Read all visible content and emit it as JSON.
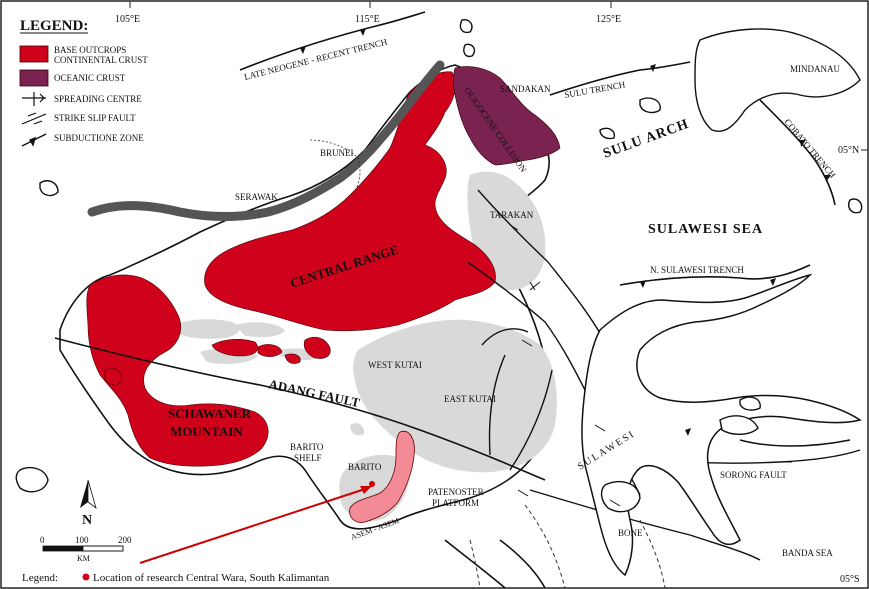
{
  "legend": {
    "title": "LEGEND:",
    "items": [
      {
        "line1": "BASE OUTCROPS",
        "line2": "CONTINENTAL CRUST",
        "color": "#d0021b"
      },
      {
        "line1": "OCEANIC CRUST",
        "line2": "",
        "color": "#7a2350"
      },
      {
        "line1": "SPREADING CENTRE",
        "line2": ""
      },
      {
        "line1": "STRIKE SLIP FAULT",
        "line2": ""
      },
      {
        "line1": "SUBDUCTIONE ZONE",
        "line2": ""
      }
    ]
  },
  "longitudes": [
    "105°E",
    "115°E",
    "125°E"
  ],
  "latitudes": [
    "05°N",
    "05°S"
  ],
  "labels": {
    "late_neogene": "LATE NEOGENE - RECENT TRENCH",
    "sandakan": "SANDAKAN",
    "sulu_trench": "SULU TRENCH",
    "mindanau": "MINDANAU",
    "sulu_arch": "SULU ARCH",
    "cobato_trench": "COBATO TRENCH",
    "oligocene": "OLIGOCENE COLLISION",
    "brunei": "BRUNEI",
    "serawak": "SERAWAK",
    "tarakan": "TARAKAN",
    "sulawesi_sea": "SULAWESI SEA",
    "central_range": "CENTRAL RANGE",
    "n_sulawesi_trench": "N. SULAWESI TRENCH",
    "west_kutai": "WEST KUTAI",
    "adang_fault": "ADANG FAULT",
    "east_kutai": "EAST KUTAI",
    "schawaner1": "SCHAWANER",
    "schawaner2": "MOUNTAIN",
    "barito_shelf1": "BARITO",
    "barito_shelf2": "SHELF",
    "barito": "BARITO",
    "sulawesi": "SULAWESI",
    "sorong_fault": "SORONG FAULT",
    "patenoster1": "PATENOSTER",
    "patenoster2": "PLATFORM",
    "asem": "ASEM - ASEM",
    "bone": "BONE",
    "banda_sea": "BANDA SEA",
    "north": "N"
  },
  "scale": {
    "ticks": [
      "0",
      "100",
      "200"
    ],
    "unit": "KM"
  },
  "footer": {
    "legend_label": "Legend:",
    "text": "Location of research Central Wara, South Kalimantan",
    "marker_color": "#d0021b"
  },
  "colors": {
    "red": "#d0021b",
    "purple": "#7a2350",
    "gray": "#d9d9d9",
    "pink": "#f28b95",
    "coast": "#111111",
    "trench": "#555555"
  }
}
